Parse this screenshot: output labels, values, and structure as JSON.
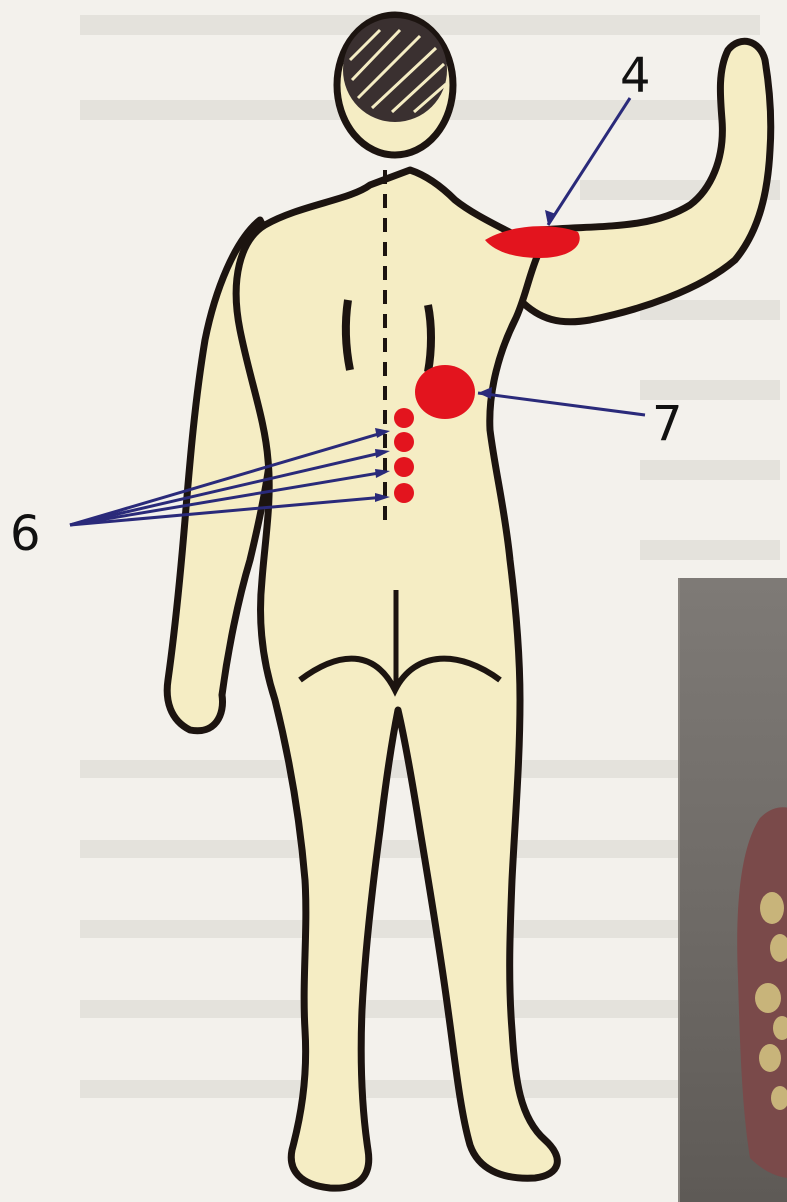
{
  "labels": {
    "shoulder_label": "4",
    "spine_points_label": "6",
    "scapula_label": "7"
  },
  "colors": {
    "pain_zone": "#e3141e",
    "outline": "#1c1410",
    "skin": "#f5edc4",
    "arrow": "#2a2a7a",
    "paper": "#f3f1ec"
  }
}
